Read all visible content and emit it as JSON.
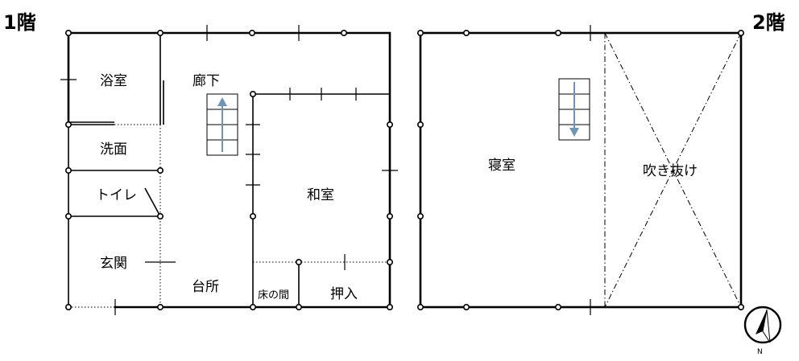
{
  "floor1": {
    "label": "1階",
    "rooms": {
      "bath": "浴室",
      "corridor": "廊下",
      "washroom": "洗面",
      "toilet": "トイレ",
      "japanese_room": "和室",
      "entrance": "玄関",
      "kitchen": "台所",
      "tokonoma": "床の間",
      "closet": "押入"
    },
    "stair_direction": "up"
  },
  "floor2": {
    "label": "2階",
    "rooms": {
      "bedroom": "寝室",
      "atrium": "吹き抜け"
    },
    "stair_direction": "down"
  },
  "compass": {
    "north_label": "N",
    "icon": "north-compass-icon"
  },
  "colors": {
    "arrow": "#6f95b5",
    "wall": "#000000"
  }
}
